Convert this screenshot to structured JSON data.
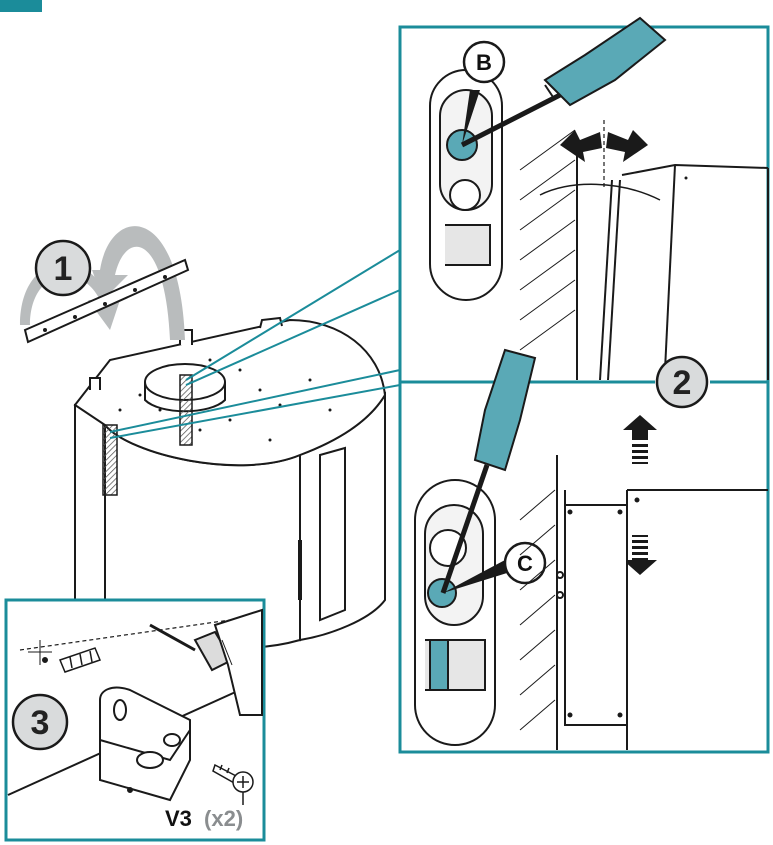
{
  "colors": {
    "teal": "#1b8c9a",
    "handle": "#5aa9b6",
    "arrow_gray": "#b9bcbd",
    "dark": "#1a1a1a",
    "tip_blue": "#5aa9b6"
  },
  "steps": {
    "step1": "1",
    "step2": "2",
    "step3": "3"
  },
  "callouts": {
    "b": "B",
    "c": "C"
  },
  "screw": {
    "code": "V3",
    "qty": "(x2)"
  },
  "icons": [
    "screwdriver-icon",
    "drill-icon",
    "wall-plug-icon",
    "screw-icon",
    "bracket-icon",
    "up-arrow-icon",
    "down-arrow-icon",
    "curved-arrow-icon"
  ]
}
